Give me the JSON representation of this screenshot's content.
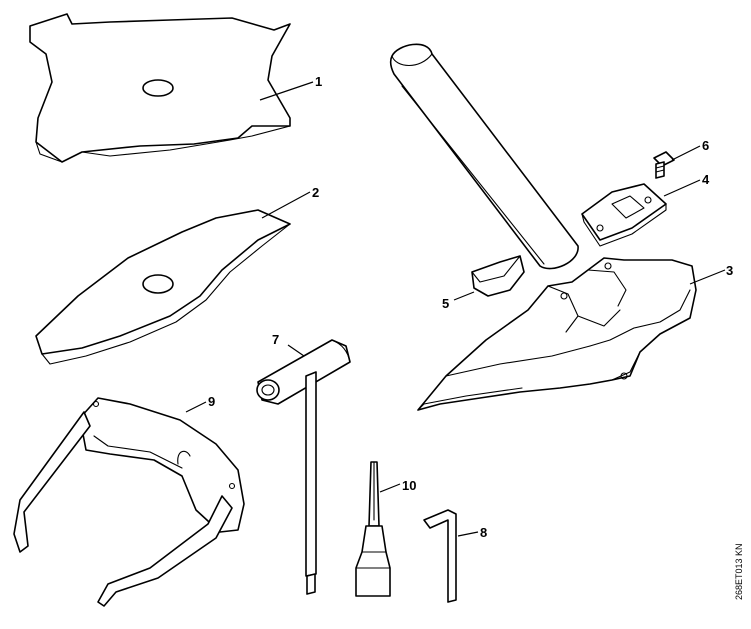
{
  "callouts": [
    "1",
    "2",
    "3",
    "4",
    "5",
    "6",
    "7",
    "8",
    "9",
    "10"
  ],
  "drawing_code": "268ET013 KN",
  "colors": {
    "line": "#000000",
    "background": "#ffffff"
  }
}
